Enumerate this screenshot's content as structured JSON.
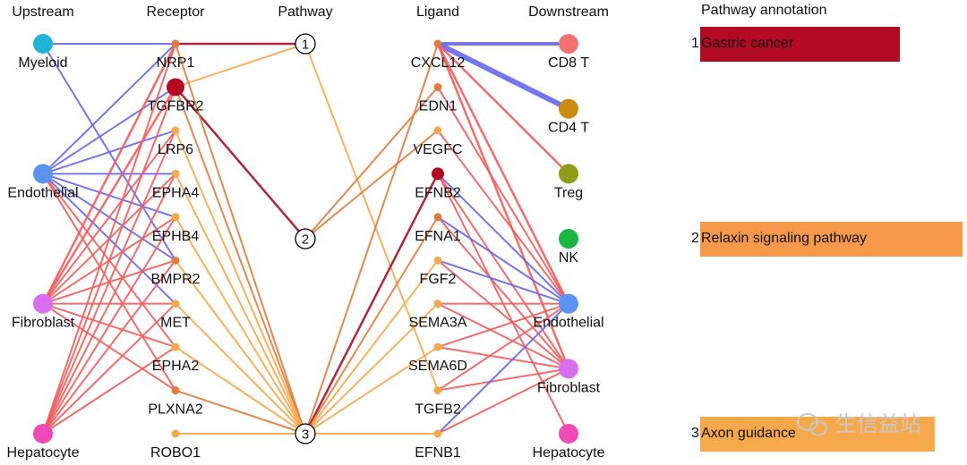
{
  "columns": {
    "upstream": "Upstream",
    "receptor": "Receptor",
    "pathway": "Pathway",
    "ligand": "Ligand",
    "downstream": "Downstream",
    "annotation": "Pathway annotation"
  },
  "upstream": [
    {
      "id": "u_myeloid",
      "label": "Myeloid",
      "color": "#22b3d8"
    },
    {
      "id": "u_endo",
      "label": "Endothelial",
      "color": "#5b93f0"
    },
    {
      "id": "u_fibro",
      "label": "Fibroblast",
      "color": "#d86ef0"
    },
    {
      "id": "u_hepa",
      "label": "Hepatocyte",
      "color": "#f04ab8"
    }
  ],
  "receptors": [
    {
      "id": "r_nrp1",
      "label": "NRP1",
      "color": "#e07b3c",
      "big": false
    },
    {
      "id": "r_tgfbr2",
      "label": "TGFBR2",
      "color": "#b10a22",
      "big": true
    },
    {
      "id": "r_lrp6",
      "label": "LRP6",
      "color": "#f6a94a",
      "big": false
    },
    {
      "id": "r_epha4",
      "label": "EPHA4",
      "color": "#f6a94a",
      "big": false
    },
    {
      "id": "r_ephb4",
      "label": "EPHB4",
      "color": "#f6a94a",
      "big": false
    },
    {
      "id": "r_bmpr2",
      "label": "BMPR2",
      "color": "#e07b3c",
      "big": false
    },
    {
      "id": "r_met",
      "label": "MET",
      "color": "#f6a94a",
      "big": false
    },
    {
      "id": "r_epha2",
      "label": "EPHA2",
      "color": "#f6a94a",
      "big": false
    },
    {
      "id": "r_plxna2",
      "label": "PLXNA2",
      "color": "#e07b3c",
      "big": false
    },
    {
      "id": "r_robo1",
      "label": "ROBO1",
      "color": "#f6a94a",
      "big": false
    }
  ],
  "pathways": [
    {
      "id": "p1",
      "label": "1"
    },
    {
      "id": "p2",
      "label": "2"
    },
    {
      "id": "p3",
      "label": "3"
    }
  ],
  "ligands": [
    {
      "id": "l_cxcl12",
      "label": "CXCL12",
      "color": "#e07b3c",
      "big": false
    },
    {
      "id": "l_edn1",
      "label": "EDN1",
      "color": "#e07b3c",
      "big": false
    },
    {
      "id": "l_vegfc",
      "label": "VEGFC",
      "color": "#f6a94a",
      "big": false
    },
    {
      "id": "l_efnb2",
      "label": "EFNB2",
      "color": "#b10a22",
      "big": true
    },
    {
      "id": "l_efna1",
      "label": "EFNA1",
      "color": "#e07b3c",
      "big": false
    },
    {
      "id": "l_fgf2",
      "label": "FGF2",
      "color": "#f6a94a",
      "big": false
    },
    {
      "id": "l_sema3a",
      "label": "SEMA3A",
      "color": "#f6a94a",
      "big": false
    },
    {
      "id": "l_sema6d",
      "label": "SEMA6D",
      "color": "#f6a94a",
      "big": false
    },
    {
      "id": "l_tgfb2",
      "label": "TGFB2",
      "color": "#f6a94a",
      "big": false
    },
    {
      "id": "l_efnb1",
      "label": "EFNB1",
      "color": "#f6a94a",
      "big": false
    }
  ],
  "downstream": [
    {
      "id": "d_cd8",
      "label": "CD8 T",
      "color": "#f0736e"
    },
    {
      "id": "d_cd4",
      "label": "CD4 T",
      "color": "#cc8a10"
    },
    {
      "id": "d_treg",
      "label": "Treg",
      "color": "#8e9c1a"
    },
    {
      "id": "d_nk",
      "label": "NK",
      "color": "#18b840"
    },
    {
      "id": "d_endo",
      "label": "Endothelial",
      "color": "#5b93f0"
    },
    {
      "id": "d_fibro",
      "label": "Fibroblast",
      "color": "#d86ef0"
    },
    {
      "id": "d_hepa",
      "label": "Hepatocyte",
      "color": "#f04ab8"
    }
  ],
  "annotations": [
    {
      "num": "1",
      "label": "Gastric cancer",
      "color": "#b10a22",
      "pathway": "p1"
    },
    {
      "num": "2",
      "label": "Relaxin signaling pathway",
      "color": "#f6994a",
      "pathway": "p2"
    },
    {
      "num": "3",
      "label": "Axon guidance",
      "color": "#f6a94a",
      "pathway": "p3"
    }
  ],
  "edge_colors": {
    "blue": "#6666ee",
    "red": "#f25c5c",
    "darkred": "#a50f26",
    "orange": "#f6a94a",
    "darkorange": "#e07b3c"
  },
  "edges": [
    {
      "from": "u_myeloid",
      "to": "r_nrp1",
      "color": "blue",
      "weight": 2
    },
    {
      "from": "u_myeloid",
      "to": "r_bmpr2",
      "color": "blue",
      "weight": 2
    },
    {
      "from": "u_endo",
      "to": "r_nrp1",
      "color": "blue",
      "weight": 2
    },
    {
      "from": "u_endo",
      "to": "r_tgfbr2",
      "color": "blue",
      "weight": 2
    },
    {
      "from": "u_endo",
      "to": "r_lrp6",
      "color": "blue",
      "weight": 2
    },
    {
      "from": "u_endo",
      "to": "r_epha4",
      "color": "blue",
      "weight": 2
    },
    {
      "from": "u_endo",
      "to": "r_ephb4",
      "color": "blue",
      "weight": 2
    },
    {
      "from": "u_endo",
      "to": "r_bmpr2",
      "color": "blue",
      "weight": 2
    },
    {
      "from": "u_endo",
      "to": "r_met",
      "color": "blue",
      "weight": 2
    },
    {
      "from": "u_endo",
      "to": "r_epha2",
      "color": "red",
      "weight": 2
    },
    {
      "from": "u_endo",
      "to": "r_plxna2",
      "color": "red",
      "weight": 2
    },
    {
      "from": "u_fibro",
      "to": "r_nrp1",
      "color": "red",
      "weight": 2.5
    },
    {
      "from": "u_fibro",
      "to": "r_tgfbr2",
      "color": "red",
      "weight": 2.5
    },
    {
      "from": "u_fibro",
      "to": "r_lrp6",
      "color": "red",
      "weight": 2
    },
    {
      "from": "u_fibro",
      "to": "r_epha4",
      "color": "red",
      "weight": 2
    },
    {
      "from": "u_fibro",
      "to": "r_ephb4",
      "color": "red",
      "weight": 2
    },
    {
      "from": "u_fibro",
      "to": "r_bmpr2",
      "color": "red",
      "weight": 2
    },
    {
      "from": "u_fibro",
      "to": "r_met",
      "color": "red",
      "weight": 2
    },
    {
      "from": "u_fibro",
      "to": "r_epha2",
      "color": "red",
      "weight": 2
    },
    {
      "from": "u_fibro",
      "to": "r_plxna2",
      "color": "red",
      "weight": 2
    },
    {
      "from": "u_hepa",
      "to": "r_nrp1",
      "color": "red",
      "weight": 2
    },
    {
      "from": "u_hepa",
      "to": "r_tgfbr2",
      "color": "red",
      "weight": 2
    },
    {
      "from": "u_hepa",
      "to": "r_lrp6",
      "color": "red",
      "weight": 2
    },
    {
      "from": "u_hepa",
      "to": "r_epha4",
      "color": "red",
      "weight": 2
    },
    {
      "from": "u_hepa",
      "to": "r_ephb4",
      "color": "red",
      "weight": 2
    },
    {
      "from": "u_hepa",
      "to": "r_bmpr2",
      "color": "red",
      "weight": 2
    },
    {
      "from": "u_hepa",
      "to": "r_met",
      "color": "red",
      "weight": 2
    },
    {
      "from": "u_hepa",
      "to": "r_epha2",
      "color": "red",
      "weight": 2
    },
    {
      "from": "r_nrp1",
      "to": "p1",
      "color": "darkred",
      "weight": 2.5
    },
    {
      "from": "r_tgfbr2",
      "to": "p1",
      "color": "orange",
      "weight": 2
    },
    {
      "from": "r_tgfbr2",
      "to": "p2",
      "color": "darkred",
      "weight": 2.5
    },
    {
      "from": "r_nrp1",
      "to": "p3",
      "color": "darkorange",
      "weight": 2
    },
    {
      "from": "r_tgfbr2",
      "to": "p3",
      "color": "darkorange",
      "weight": 2
    },
    {
      "from": "r_lrp6",
      "to": "p3",
      "color": "orange",
      "weight": 2
    },
    {
      "from": "r_epha4",
      "to": "p3",
      "color": "orange",
      "weight": 2
    },
    {
      "from": "r_ephb4",
      "to": "p3",
      "color": "orange",
      "weight": 2
    },
    {
      "from": "r_bmpr2",
      "to": "p3",
      "color": "orange",
      "weight": 2
    },
    {
      "from": "r_met",
      "to": "p3",
      "color": "orange",
      "weight": 2
    },
    {
      "from": "r_epha2",
      "to": "p3",
      "color": "orange",
      "weight": 2
    },
    {
      "from": "r_plxna2",
      "to": "p3",
      "color": "darkorange",
      "weight": 2
    },
    {
      "from": "r_robo1",
      "to": "p3",
      "color": "orange",
      "weight": 2
    },
    {
      "from": "p1",
      "to": "l_tgfb2",
      "color": "orange",
      "weight": 2
    },
    {
      "from": "p2",
      "to": "l_edn1",
      "color": "darkorange",
      "weight": 2
    },
    {
      "from": "p2",
      "to": "l_vegfc",
      "color": "darkorange",
      "weight": 2
    },
    {
      "from": "p3",
      "to": "l_cxcl12",
      "color": "darkorange",
      "weight": 2
    },
    {
      "from": "p3",
      "to": "l_efnb2",
      "color": "darkred",
      "weight": 2.5
    },
    {
      "from": "p3",
      "to": "l_efna1",
      "color": "darkorange",
      "weight": 2
    },
    {
      "from": "p3",
      "to": "l_fgf2",
      "color": "orange",
      "weight": 2
    },
    {
      "from": "p3",
      "to": "l_sema3a",
      "color": "orange",
      "weight": 2
    },
    {
      "from": "p3",
      "to": "l_sema6d",
      "color": "orange",
      "weight": 2
    },
    {
      "from": "p3",
      "to": "l_efnb1",
      "color": "orange",
      "weight": 2
    },
    {
      "from": "l_cxcl12",
      "to": "d_cd8",
      "color": "blue",
      "weight": 4
    },
    {
      "from": "l_cxcl12",
      "to": "d_cd4",
      "color": "blue",
      "weight": 6
    },
    {
      "from": "l_cxcl12",
      "to": "d_treg",
      "color": "red",
      "weight": 2.5
    },
    {
      "from": "l_cxcl12",
      "to": "d_endo",
      "color": "red",
      "weight": 2.5
    },
    {
      "from": "l_cxcl12",
      "to": "d_fibro",
      "color": "red",
      "weight": 2.5
    },
    {
      "from": "l_edn1",
      "to": "d_endo",
      "color": "red",
      "weight": 2
    },
    {
      "from": "l_vegfc",
      "to": "d_endo",
      "color": "red",
      "weight": 2
    },
    {
      "from": "l_efnb2",
      "to": "d_endo",
      "color": "blue",
      "weight": 2
    },
    {
      "from": "l_efnb2",
      "to": "d_fibro",
      "color": "red",
      "weight": 2
    },
    {
      "from": "l_efnb2",
      "to": "d_hepa",
      "color": "red",
      "weight": 2
    },
    {
      "from": "l_efna1",
      "to": "d_endo",
      "color": "blue",
      "weight": 2
    },
    {
      "from": "l_efna1",
      "to": "d_fibro",
      "color": "red",
      "weight": 2
    },
    {
      "from": "l_fgf2",
      "to": "d_endo",
      "color": "blue",
      "weight": 2
    },
    {
      "from": "l_fgf2",
      "to": "d_fibro",
      "color": "red",
      "weight": 2
    },
    {
      "from": "l_sema3a",
      "to": "d_endo",
      "color": "red",
      "weight": 2
    },
    {
      "from": "l_sema3a",
      "to": "d_fibro",
      "color": "red",
      "weight": 2
    },
    {
      "from": "l_sema6d",
      "to": "d_endo",
      "color": "red",
      "weight": 2
    },
    {
      "from": "l_sema6d",
      "to": "d_fibro",
      "color": "red",
      "weight": 2
    },
    {
      "from": "l_tgfb2",
      "to": "d_endo",
      "color": "red",
      "weight": 2
    },
    {
      "from": "l_tgfb2",
      "to": "d_fibro",
      "color": "red",
      "weight": 2
    },
    {
      "from": "l_efnb1",
      "to": "d_endo",
      "color": "blue",
      "weight": 2
    },
    {
      "from": "l_efnb1",
      "to": "d_fibro",
      "color": "red",
      "weight": 2
    }
  ],
  "watermark": {
    "text": "生信益站",
    "color": "#c8c8c8"
  }
}
